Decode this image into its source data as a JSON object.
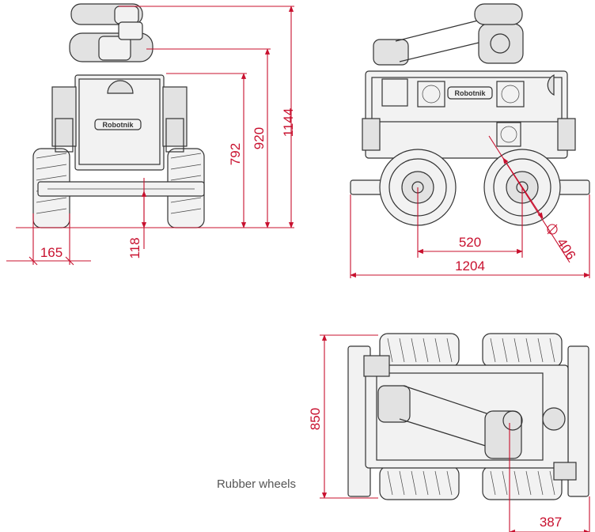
{
  "colors": {
    "dimension": "#c8102e",
    "outline": "#333333",
    "caption": "#555555"
  },
  "logo_text": "Robotnik",
  "front_view": {
    "height_total": "1144",
    "height_arm_base": "920",
    "height_body": "792",
    "ground_clearance": "118",
    "wheel_width": "165"
  },
  "side_view": {
    "wheelbase": "520",
    "overall_length": "1204",
    "wheel_diameter": "406"
  },
  "top_view": {
    "overall_width": "850",
    "wheel_offset": "387",
    "caption": "Rubber wheels"
  }
}
